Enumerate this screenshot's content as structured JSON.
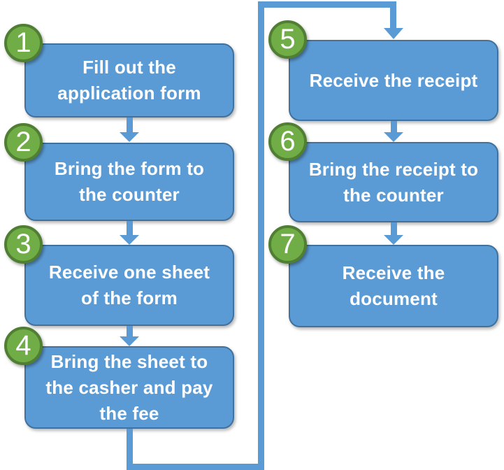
{
  "diagram": {
    "type": "flowchart",
    "description": "Seven-step document application process in two columns"
  },
  "colors": {
    "box_fill": "#5B9BD5",
    "box_border": "#41719C",
    "circle_fill": "#70AD47",
    "circle_border": "#507E32",
    "connector": "#5B9BD5",
    "text": "#FFFFFF"
  },
  "steps": [
    {
      "number": "1",
      "text": "Fill out the\napplication form"
    },
    {
      "number": "2",
      "text": "Bring the form to\nthe counter"
    },
    {
      "number": "3",
      "text": "Receive one sheet\nof the form"
    },
    {
      "number": "4",
      "text": "Bring the sheet to\nthe casher and pay\nthe fee"
    },
    {
      "number": "5",
      "text": "Receive the receipt"
    },
    {
      "number": "6",
      "text": "Bring the receipt to\nthe counter"
    },
    {
      "number": "7",
      "text": "Receive the\ndocument"
    }
  ]
}
